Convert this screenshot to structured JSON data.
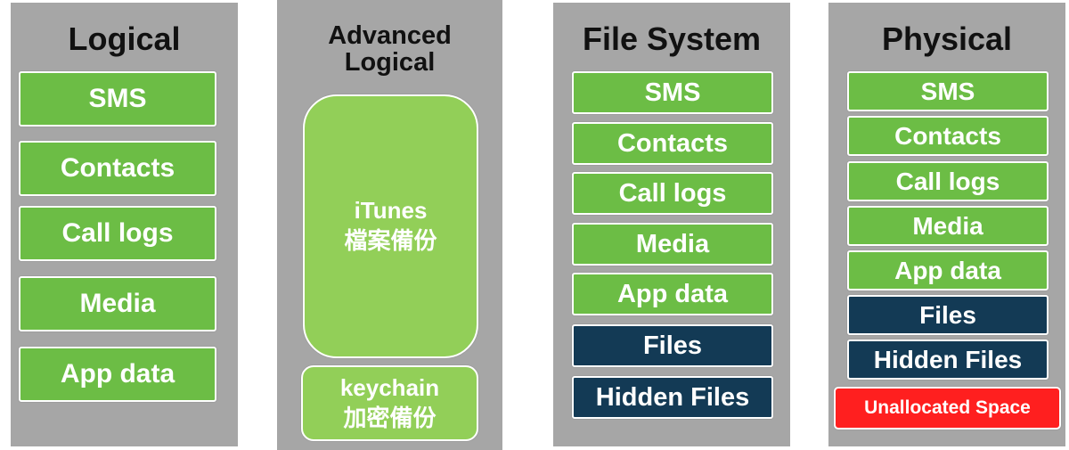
{
  "colors": {
    "panel": "#a6a6a6",
    "green": "#6cbd45",
    "light_green": "#92cf58",
    "navy": "#133a55",
    "red": "#ff1f1f"
  },
  "panels": {
    "logical": {
      "title": "Logical",
      "items": [
        "SMS",
        "Contacts",
        "Call logs",
        "Media",
        "App data"
      ]
    },
    "advanced": {
      "title_line1": "Advanced",
      "title_line2": "Logical",
      "itunes_line1": "iTunes",
      "itunes_line2": "檔案備份",
      "keychain_line1": "keychain",
      "keychain_line2": "加密備份"
    },
    "filesystem": {
      "title": "File System",
      "items": [
        "SMS",
        "Contacts",
        "Call logs",
        "Media",
        "App data"
      ],
      "files": "Files",
      "hidden": "Hidden Files"
    },
    "physical": {
      "title": "Physical",
      "items": [
        "SMS",
        "Contacts",
        "Call logs",
        "Media",
        "App data"
      ],
      "files": "Files",
      "hidden": "Hidden Files",
      "unallocated": "Unallocated Space"
    }
  }
}
